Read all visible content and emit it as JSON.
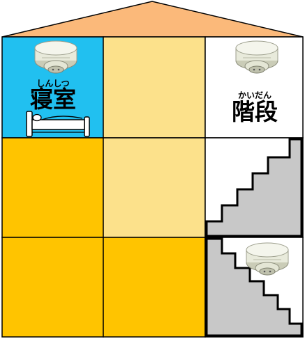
{
  "house": {
    "roof_color": "#FBB97A",
    "wall_stroke": "#000000",
    "colors": {
      "bedroom": "#21C0F0",
      "dark_orange": "#FFC400",
      "light_orange": "#FCE18B",
      "white": "#FFFFFF",
      "stair_gray": "#C8C8C8"
    }
  },
  "rooms": {
    "bedroom": {
      "ruby": "しんしつ",
      "name": "寝室"
    },
    "stairs": {
      "ruby": "かいだん",
      "name": "階段"
    }
  },
  "icons": [
    "smoke-detector-icon",
    "bed-icon",
    "staircase-icon"
  ]
}
